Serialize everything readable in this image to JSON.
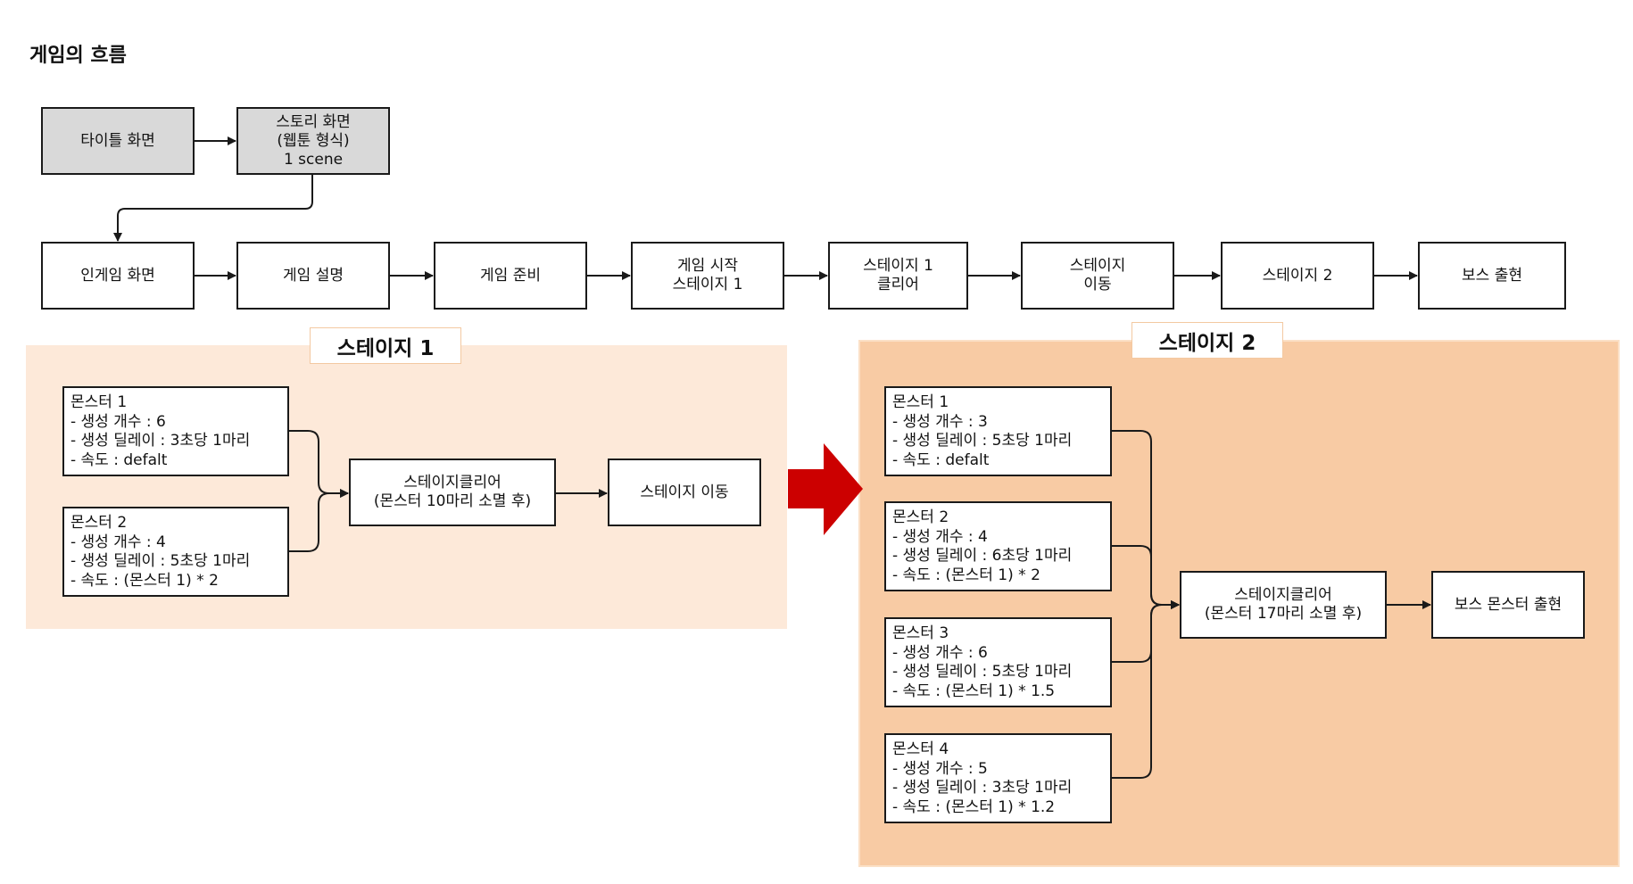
{
  "title": "게임의 흐름",
  "top_flow": {
    "title_screen": "타이틀 화면",
    "story_screen": [
      "스토리 화면",
      "(웹툰 형식)",
      "1 scene"
    ]
  },
  "main_flow": [
    [
      "인게임 화면"
    ],
    [
      "게임 설명"
    ],
    [
      "게임 준비"
    ],
    [
      "게임 시작",
      "스테이지 1"
    ],
    [
      "스테이지 1",
      "클리어"
    ],
    [
      "스테이지",
      "이동"
    ],
    [
      "스테이지 2"
    ],
    [
      "보스 출현"
    ]
  ],
  "stage1": {
    "label": "스테이지 1",
    "monsters": [
      [
        "몬스터 1",
        "- 생성 개수 : 6",
        "- 생성 딜레이 : 3초당 1마리",
        "- 속도 : defalt"
      ],
      [
        "몬스터 2",
        "- 생성 개수 : 4",
        "- 생성 딜레이 : 5초당 1마리",
        "- 속도 : (몬스터 1) * 2"
      ]
    ],
    "clear": [
      "스테이지클리어",
      "(몬스터 10마리 소멸 후)"
    ],
    "next": "스테이지 이동"
  },
  "stage2": {
    "label": "스테이지 2",
    "monsters": [
      [
        "몬스터 1",
        "- 생성 개수 : 3",
        "- 생성 딜레이 : 5초당 1마리",
        "- 속도 : defalt"
      ],
      [
        "몬스터 2",
        "- 생성 개수 : 4",
        "- 생성 딜레이 : 6초당 1마리",
        "- 속도 : (몬스터 1) * 2"
      ],
      [
        "몬스터 3",
        "- 생성 개수 : 6",
        "- 생성 딜레이 : 5초당 1마리",
        "- 속도 : (몬스터 1) * 1.5"
      ],
      [
        "몬스터 4",
        "- 생성 개수 : 5",
        "- 생성 딜레이 : 3초당 1마리",
        "- 속도 : (몬스터 1) * 1.2"
      ]
    ],
    "clear": [
      "스테이지클리어",
      "(몬스터 17마리 소멸 후)"
    ],
    "next": "보스 몬스터 출현"
  },
  "colors": {
    "stage1_panel": "#fde9d9",
    "stage2_panel": "#f8cba4",
    "title_box": "#d9d9d9",
    "transition_arrow": "#cc0000"
  }
}
